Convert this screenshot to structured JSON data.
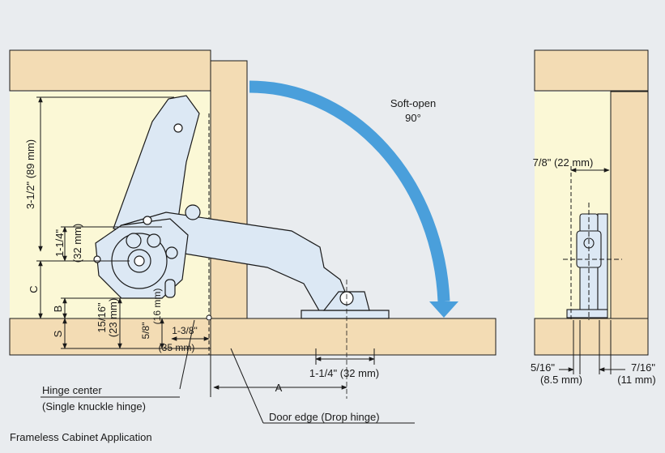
{
  "colors": {
    "background": "#e9ecef",
    "wood": "#f3dcb4",
    "cabinet_interior": "#fbf8d6",
    "arrow": "#4a9fdb",
    "hinge_fill": "#dce8f4",
    "line": "#1a1a1a"
  },
  "annotation": {
    "soft_open_line1": "Soft-open",
    "soft_open_line2": "90°"
  },
  "dimensions": {
    "height_total": "3-1/2\" (89 mm)",
    "height_1_14": "1-1/4\"",
    "height_32mm": "(32 mm)",
    "label_c": "C",
    "label_b": "B",
    "label_s": "S",
    "v_15_16": "15/16\"",
    "v_23mm": "(23 mm)",
    "v_5_8": "5/8\"",
    "v_16mm": "(16 mm)",
    "h_1_38": "1-3/8\"",
    "h_35mm": "(35 mm)",
    "plate_width": "1-1/4\" (32 mm)",
    "label_a": "A",
    "side_22mm": "7/8\" (22 mm)",
    "side_5_16": "5/16\"",
    "side_8_5mm": "(8.5 mm)",
    "side_7_16": "7/16\"",
    "side_11mm": "(11 mm)"
  },
  "callouts": {
    "hinge_center_line1": "Hinge center",
    "hinge_center_line2": "(Single knuckle hinge)",
    "door_edge": "Door edge (Drop hinge)"
  },
  "caption": "Frameless Cabinet Application"
}
